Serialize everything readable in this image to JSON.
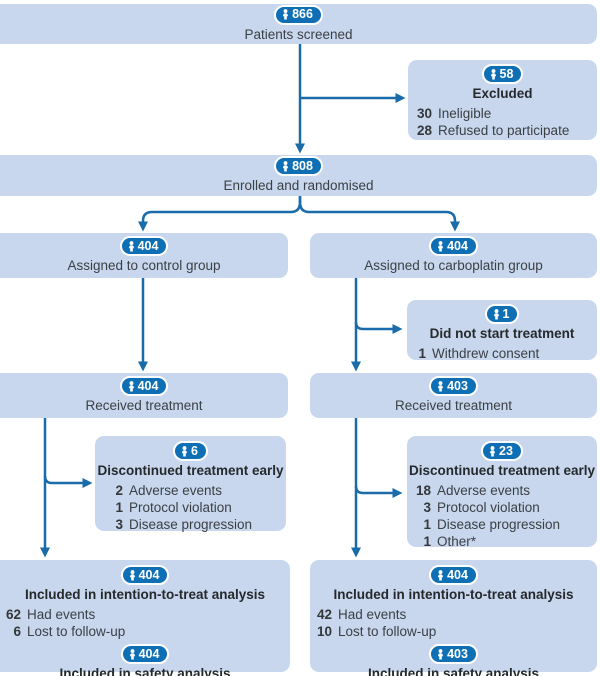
{
  "colors": {
    "box_fill": "#c8d7ed",
    "badge_blue": "#0f6fb5",
    "arrow_blue": "#1a6ba9",
    "text_gray": "#3b4045"
  },
  "flow": {
    "screened": {
      "count": "866",
      "label": "Patients screened"
    },
    "excluded": {
      "count": "58",
      "title": "Excluded",
      "items": [
        {
          "n": "30",
          "label": "Ineligible"
        },
        {
          "n": "28",
          "label": "Refused to participate"
        }
      ]
    },
    "enrolled": {
      "count": "808",
      "label": "Enrolled and randomised"
    },
    "assigned_control": {
      "count": "404",
      "label": "Assigned to control group"
    },
    "assigned_carboplatin": {
      "count": "404",
      "label": "Assigned to carboplatin group"
    },
    "did_not_start": {
      "count": "1",
      "title": "Did not start treatment",
      "items": [
        {
          "n": "1",
          "label": "Withdrew consent"
        }
      ]
    },
    "received_control": {
      "count": "404",
      "label": "Received treatment"
    },
    "received_carboplatin": {
      "count": "403",
      "label": "Received treatment"
    },
    "discontinued_control": {
      "count": "6",
      "title": "Discontinued treatment early",
      "items": [
        {
          "n": "2",
          "label": "Adverse events"
        },
        {
          "n": "1",
          "label": "Protocol violation"
        },
        {
          "n": "3",
          "label": "Disease progression"
        }
      ]
    },
    "discontinued_carboplatin": {
      "count": "23",
      "title": "Discontinued treatment early",
      "items": [
        {
          "n": "18",
          "label": "Adverse events"
        },
        {
          "n": "3",
          "label": "Protocol violation"
        },
        {
          "n": "1",
          "label": "Disease progression"
        },
        {
          "n": "1",
          "label": "Other*"
        }
      ]
    },
    "itt_control": {
      "count": "404",
      "title": "Included in intention-to-treat analysis",
      "items": [
        {
          "n": "62",
          "label": "Had events"
        },
        {
          "n": "6",
          "label": "Lost to follow-up"
        }
      ]
    },
    "safety_control": {
      "count": "404",
      "title": "Included in safety analysis"
    },
    "itt_carboplatin": {
      "count": "404",
      "title": "Included in intention-to-treat analysis",
      "items": [
        {
          "n": "42",
          "label": "Had events"
        },
        {
          "n": "10",
          "label": "Lost to follow-up"
        }
      ]
    },
    "safety_carboplatin": {
      "count": "403",
      "title": "Included in safety analysis"
    }
  }
}
